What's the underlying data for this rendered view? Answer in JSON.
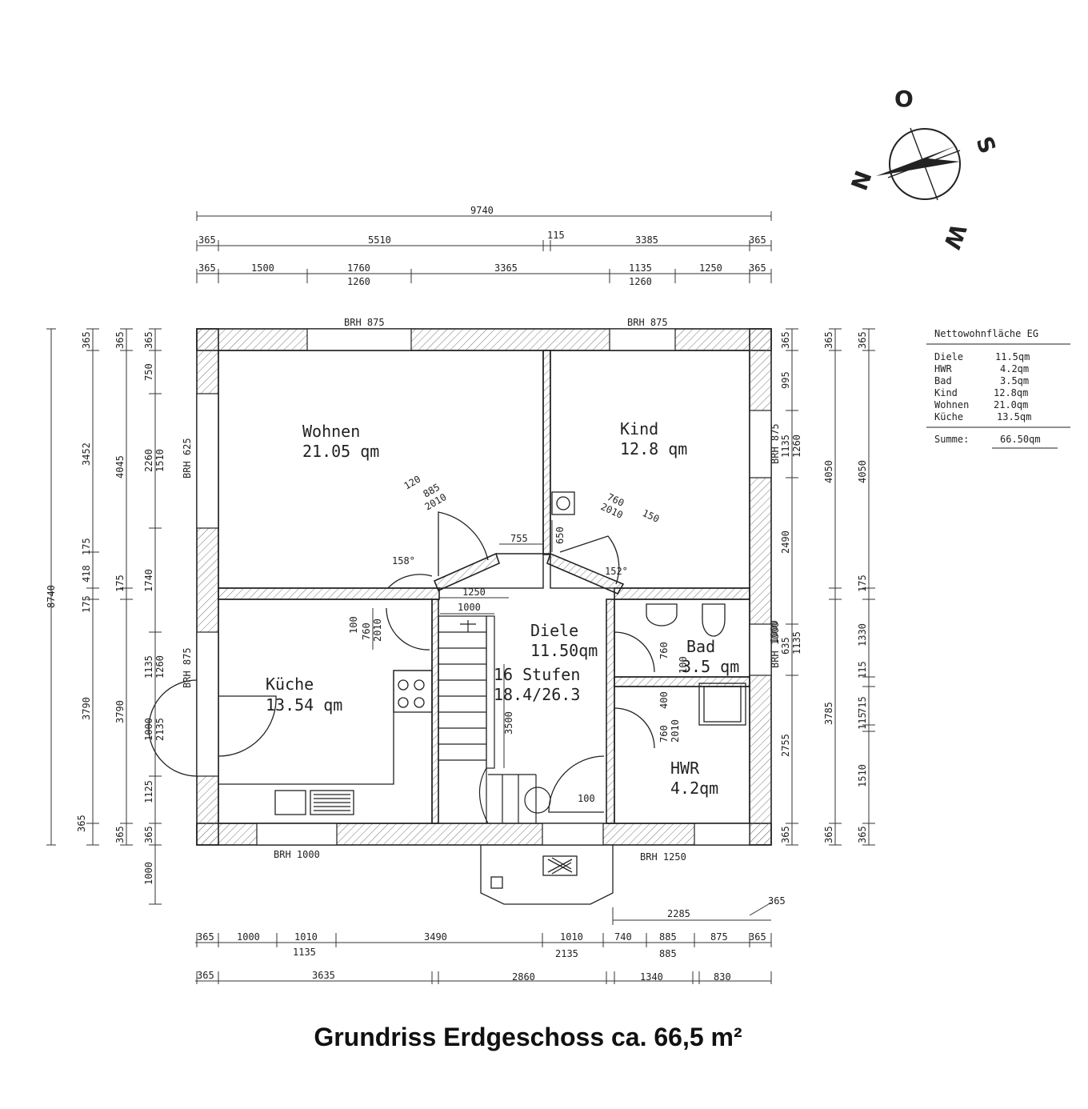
{
  "caption": "Grundriss Erdgeschoss ca. 66,5 m²",
  "compass": {
    "north": "N",
    "east": "O",
    "south": "S",
    "west": "W"
  },
  "rooms": {
    "wohnen": {
      "name": "Wohnen",
      "area": "21.05 qm"
    },
    "kind": {
      "name": "Kind",
      "area": "12.8 qm"
    },
    "kueche": {
      "name": "Küche",
      "area": "13.54 qm"
    },
    "diele": {
      "name": "Diele",
      "area": "11.50qm"
    },
    "treppe": {
      "steps": "16 Stufen",
      "ratio": "18.4/26.3"
    },
    "bad": {
      "name": "Bad",
      "area": "3.5 qm"
    },
    "hwr": {
      "name": "HWR",
      "area": "4.2qm"
    }
  },
  "legend": {
    "title": "Nettowohnfläche EG",
    "rows": [
      {
        "room": "Diele",
        "area": "11.5qm"
      },
      {
        "room": "HWR",
        "area": "4.2qm"
      },
      {
        "room": "Bad",
        "area": "3.5qm"
      },
      {
        "room": "Kind",
        "area": "12.8qm"
      },
      {
        "room": "Wohnen",
        "area": "21.0qm"
      },
      {
        "room": "Küche",
        "area": "13.5qm"
      }
    ],
    "sum_label": "Summe:",
    "sum_value": "66.50qm"
  },
  "brh": {
    "top_left": "BRH 875",
    "top_right": "BRH 875",
    "left_top": "BRH 625",
    "left_bottom": "BRH 875",
    "right_top": "BRH 875",
    "right_bad": "BRH 1000",
    "bottom_left": "BRH 1000",
    "bottom_right": "BRH 1250"
  },
  "dims": {
    "top_total": "9740",
    "top_row2": [
      "365",
      "5510",
      "115",
      "3385",
      "365"
    ],
    "top_row3": [
      "365",
      "1500",
      "1760",
      "3365",
      "1135",
      "1250",
      "365"
    ],
    "top_row3_sub": [
      "1260",
      "1260"
    ],
    "bottom_2285": "2285",
    "bottom_365": "365",
    "bottom_row1": [
      "365",
      "1000",
      "1010",
      "3490",
      "1010",
      "740",
      "885",
      "875",
      "365"
    ],
    "bottom_row1_sub": [
      "1135",
      "2135",
      "885"
    ],
    "bottom_row2": [
      "365",
      "3635",
      "2860",
      "1340",
      "830"
    ],
    "left_total": "8740",
    "left_col2": [
      "365",
      "3452",
      "175",
      "418",
      "175",
      "3790",
      "365"
    ],
    "left_col3": [
      "365",
      "4045",
      "175",
      "3790",
      "365"
    ],
    "left_col4": [
      "365",
      "750",
      "2260",
      "1510",
      "1740",
      "1135",
      "1260",
      "2135",
      "1000",
      "1125",
      "365",
      "1000"
    ],
    "right_col1": [
      "365",
      "995",
      "1135",
      "1260",
      "2490",
      "1000",
      "635",
      "1135",
      "2755",
      "365"
    ],
    "right_col2": [
      "365",
      "4050",
      "3785",
      "365"
    ],
    "right_col3": [
      "365",
      "4050",
      "175",
      "1330",
      "115",
      "715",
      "115",
      "1510",
      "365"
    ],
    "interior": [
      "120",
      "885",
      "2010",
      "760",
      "2010",
      "150",
      "755",
      "650",
      "158°",
      "152°",
      "1250",
      "1000",
      "100",
      "760",
      "2010",
      "3500",
      "760",
      "100",
      "400",
      "760",
      "2010",
      "100"
    ]
  }
}
